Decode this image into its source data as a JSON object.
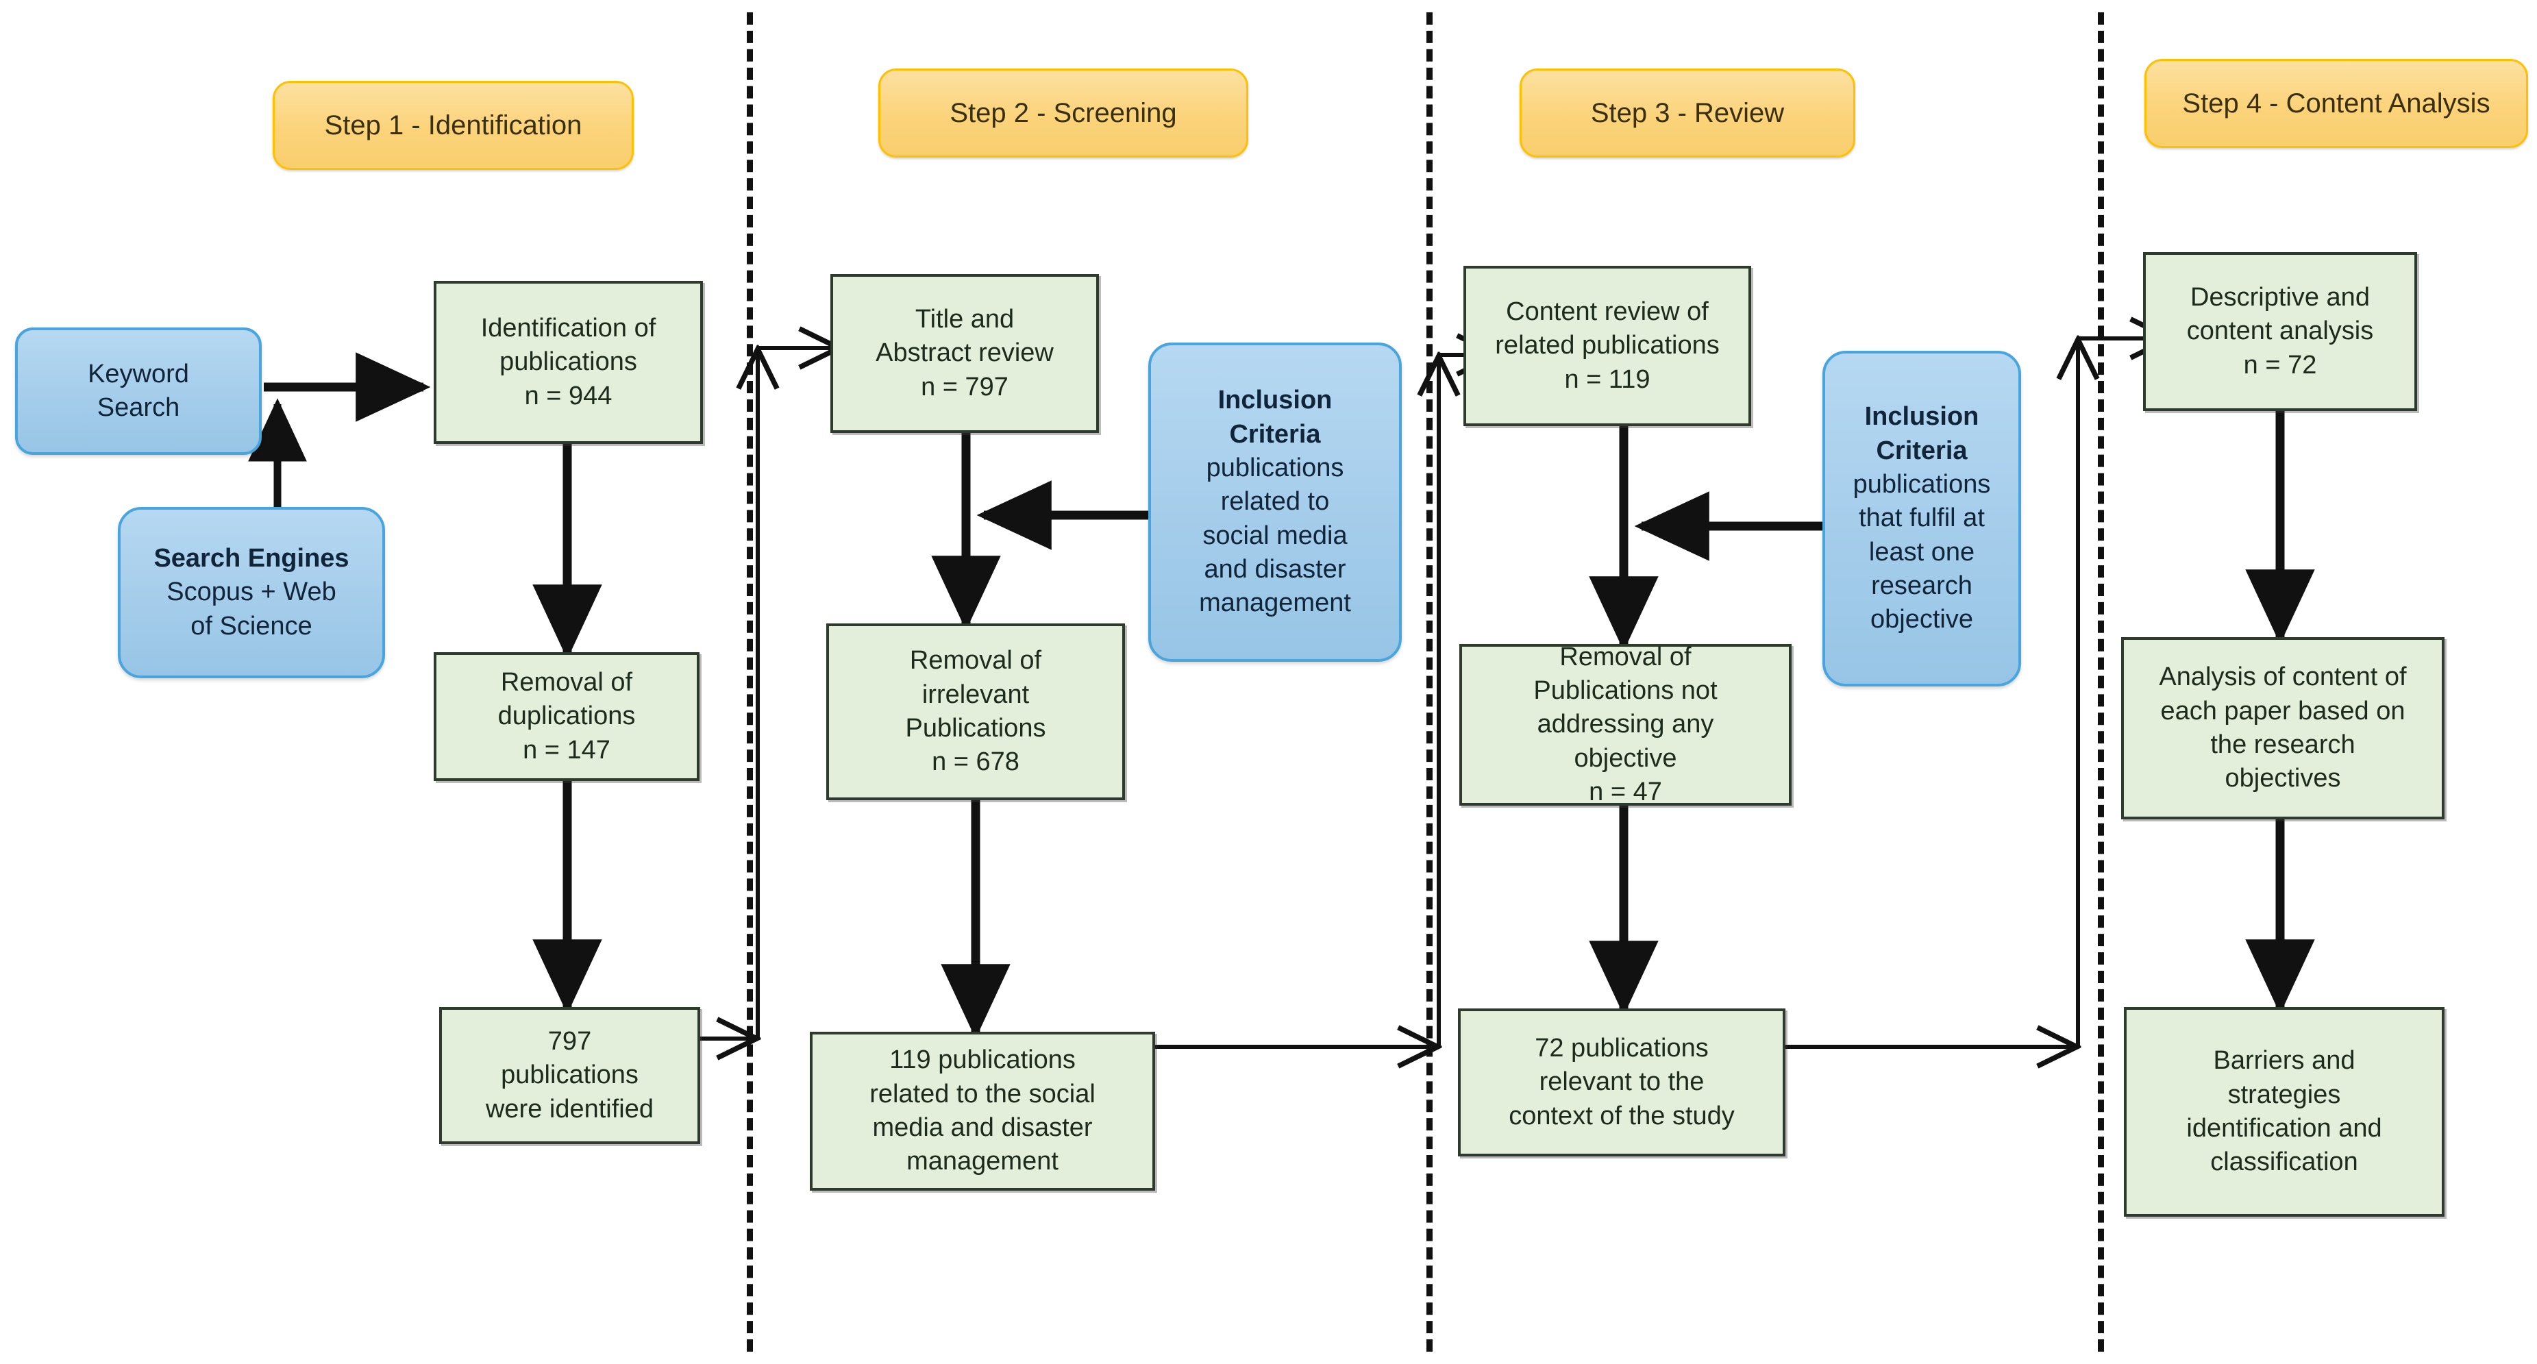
{
  "diagram": {
    "title": "Research methodology flowchart - four step literature review process",
    "colors": {
      "step_header_fill": "#FBD37A",
      "step_header_border": "#FFC000",
      "process_fill": "#E3EFDB",
      "process_border": "#2E3B2C",
      "criteria_fill": "#A3CCEA",
      "criteria_border": "#49A5DE",
      "divider": "#111111",
      "arrow": "#111111"
    }
  },
  "steps": [
    {
      "id": "step1",
      "label": "Step 1 - Identification"
    },
    {
      "id": "step2",
      "label": "Step 2 - Screening"
    },
    {
      "id": "step3",
      "label": "Step 3 - Review"
    },
    {
      "id": "step4",
      "label": "Step 4 - Content Analysis"
    }
  ],
  "column1": {
    "keyword_search": "Keyword\nSearch",
    "search_engines_title": "Search Engines",
    "search_engines_body": "Scopus + Web\nof Science",
    "identification": "Identification of\npublications\nn = 944",
    "removal_duplications": "Removal of\nduplications\nn = 147",
    "outcome": "797\npublications\nwere identified"
  },
  "column2": {
    "title_abstract": "Title and\nAbstract review\nn = 797",
    "inclusion_title": "Inclusion\nCriteria",
    "inclusion_body": "publications\nrelated to\nsocial media\nand disaster\nmanagement",
    "removal_irrelevant": "Removal of\nirrelevant\nPublications\nn = 678",
    "outcome": "119 publications\nrelated to the social\nmedia and disaster\nmanagement"
  },
  "column3": {
    "content_review": "Content review of\nrelated publications\nn = 119",
    "inclusion_title": "Inclusion\nCriteria",
    "inclusion_body": "publications\nthat fulfil at\nleast one\nresearch\nobjective",
    "removal_no_objective": "Removal of\nPublications not\naddressing any\nobjective\nn = 47",
    "outcome": "72 publications\nrelevant to the\ncontext of the study"
  },
  "column4": {
    "descriptive": "Descriptive and\ncontent analysis\nn = 72",
    "analysis_content": "Analysis of content of\neach paper based on\nthe research\nobjectives",
    "barriers": "Barriers and\nstrategies\nidentification and\nclassification"
  },
  "counts": {
    "identified_total": 944,
    "duplications_removed": 147,
    "after_dedup": 797,
    "title_abstract_reviewed": 797,
    "irrelevant_removed": 678,
    "social_media_related": 119,
    "content_reviewed": 119,
    "no_objective_removed": 47,
    "relevant_to_study": 72,
    "descriptive_analysis": 72
  }
}
